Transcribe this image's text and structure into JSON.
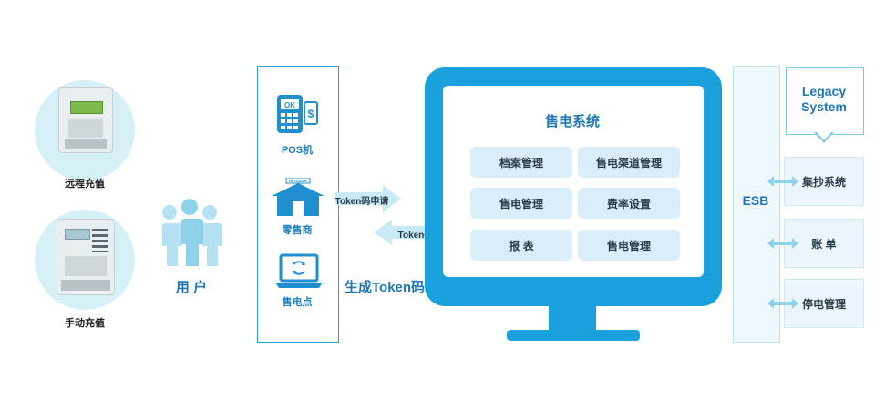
{
  "meters": [
    {
      "label": "远程充值"
    },
    {
      "label": "手动充值"
    }
  ],
  "users": {
    "label": "用 户"
  },
  "channels": [
    {
      "label": "POS机",
      "icon": "pos-terminal-icon"
    },
    {
      "label": "零售商",
      "icon": "retailer-shop-icon",
      "sign": "RETAILER"
    },
    {
      "label": "售电点",
      "icon": "laptop-exchange-icon"
    }
  ],
  "flows": {
    "request": "Token码申请",
    "response": "Token码",
    "generate": "生成Token码"
  },
  "system": {
    "title": "售电系统",
    "modules": [
      "档案管理",
      "售电渠道管理",
      "售电管理",
      "费率设置",
      "报 表",
      "售电管理"
    ]
  },
  "esb": {
    "label": "ESB"
  },
  "legacy": {
    "title_line1": "Legacy",
    "title_line2": "System",
    "items": [
      "集抄系统",
      "账 单",
      "停电管理"
    ]
  },
  "colors": {
    "primary": "#1aa0dc",
    "light": "#d6f0f8",
    "text_blue": "#1f76b8"
  }
}
